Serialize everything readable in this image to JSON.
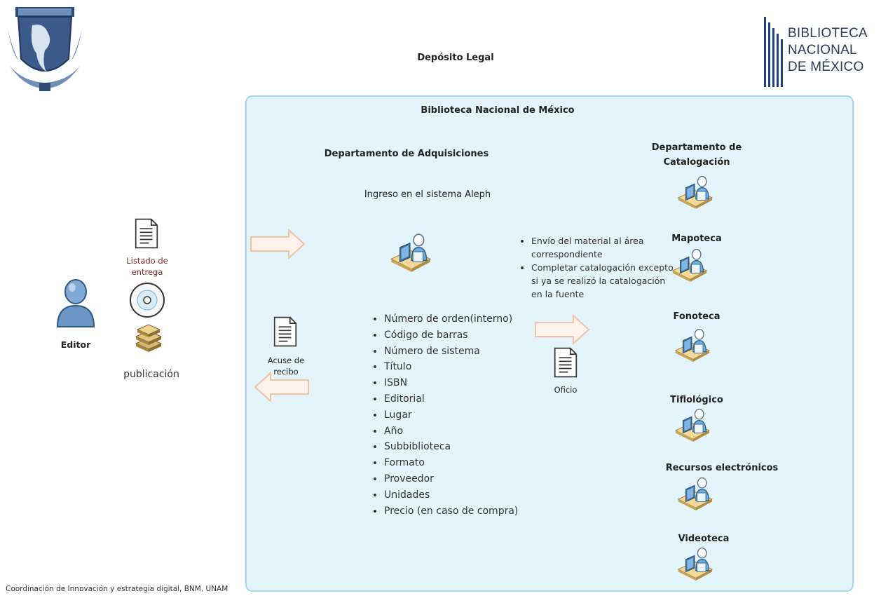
{
  "title": "Depósito Legal",
  "bnm_logo": {
    "lines": [
      "BIBLIOTECA",
      "NACIONAL",
      "DE MÉXICO"
    ]
  },
  "container": {
    "title": "Biblioteca Nacional de México"
  },
  "acquisitions": {
    "title": "Departamento de Adquisiciones",
    "ingreso": "Ingreso en el sistema Aleph",
    "fields": [
      "Número de orden(interno)",
      "Código de barras",
      "Número de sistema",
      "Título",
      "ISBN",
      "Editorial",
      "Lugar",
      "Año",
      "Subbiblioteca",
      "Formato",
      "Proveedor",
      "Unidades",
      "Precio (en caso de compra)"
    ]
  },
  "notes": [
    "Envío del material al área correspondiente",
    "Completar catalogación excepto si ya se realizó la catalogación en la fuente"
  ],
  "editor": {
    "label": "Editor",
    "listado": "Listado de entrega",
    "publicacion": "publicación"
  },
  "acuse": "Acuse de recibo",
  "oficio": "Oficio",
  "areas": [
    "Departamento de Catalogación",
    "Mapoteca",
    "Fonoteca",
    "Tiflológico",
    "Recursos electrónicos",
    "Videoteca"
  ],
  "footer": "Coordinación de Innovación y estrategia digital, BNM, UNAM",
  "colors": {
    "container_bg": "#e4f4fb",
    "container_border": "#a9d6ea",
    "arrow_fill": "#fdf3ec",
    "arrow_stroke": "#f2c3a3",
    "listado_text": "#7a2a24"
  },
  "icons": {
    "unam": "unam-seal-logo",
    "bnm": "bnm-bars-logo",
    "editor": "user-silhouette-icon",
    "document": "document-icon",
    "cd": "cd-icon",
    "books": "books-stack-icon",
    "workstation": "workstation-user-icon",
    "arrow": "block-arrow"
  }
}
